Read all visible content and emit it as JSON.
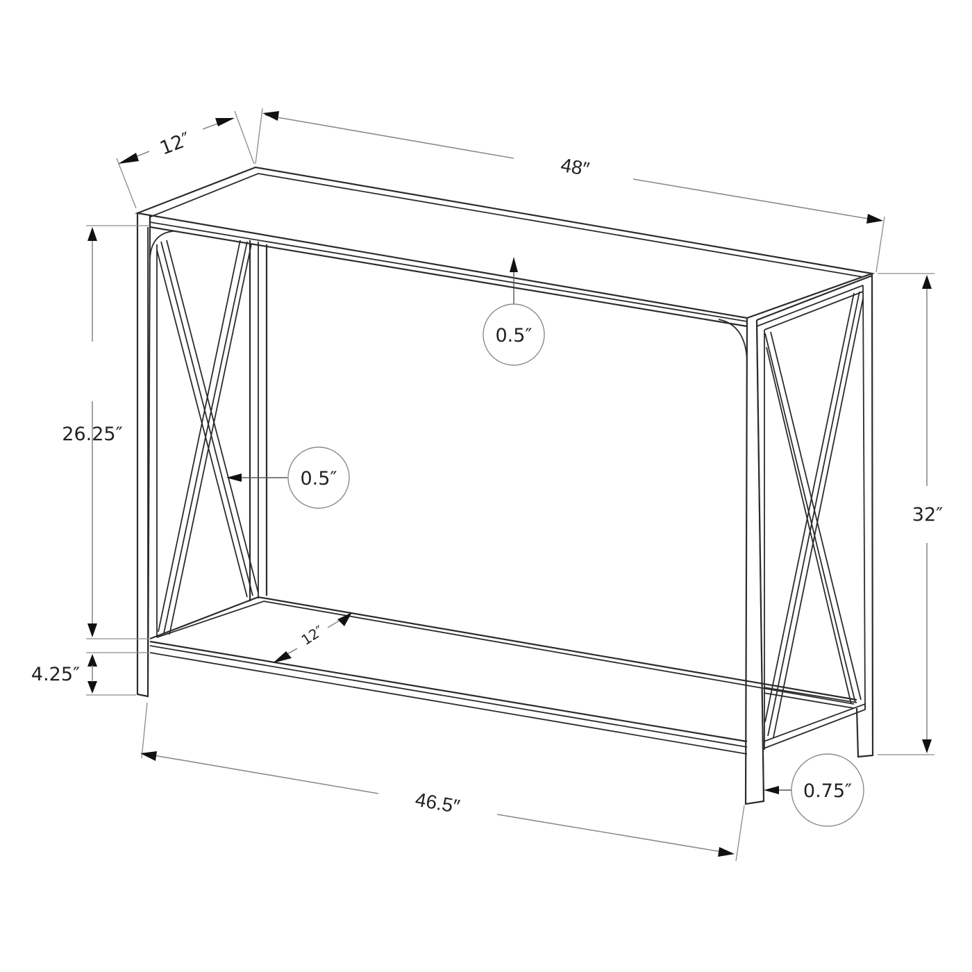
{
  "diagram": {
    "subject": "Console table with X-braced sides and lower shelf",
    "colors": {
      "background": "#ffffff",
      "line": "#2b2b2b",
      "dimension_line": "#8a8a8a",
      "text": "#222222"
    },
    "dimensions": {
      "top_depth": "12″",
      "top_width": "48″",
      "top_thickness": "0.5″",
      "upper_height": "26.25″",
      "side_panel_thickness": "0.5″",
      "overall_height": "32″",
      "leg_clearance": "4.25″",
      "shelf_depth": "12″",
      "shelf_width": "46.5″",
      "leg_width": "0.75″"
    }
  }
}
